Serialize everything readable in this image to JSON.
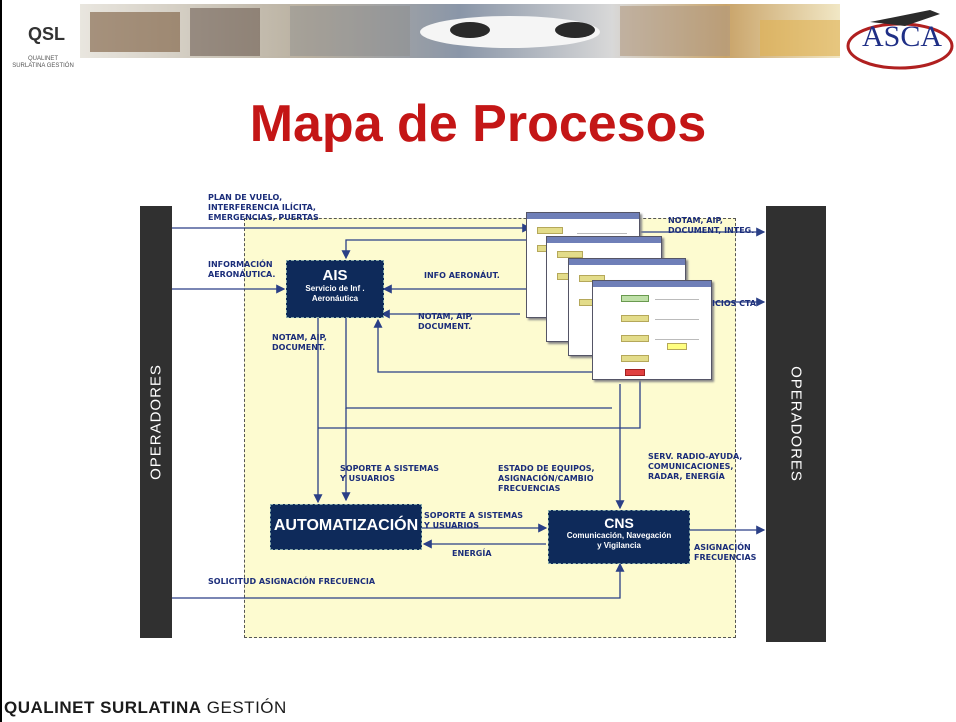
{
  "header": {
    "qsl_logo_text": "QSL",
    "qsl_logo_sub": "QUALINET\nSURLATINA GESTIÓN",
    "asca_logo_text": "ASCA"
  },
  "title": "Mapa de Procesos",
  "operators": {
    "left": "OPERADORES",
    "right": "OPERADORES"
  },
  "processes": {
    "ais": {
      "title": "AIS",
      "subtitle": "Servicio de Inf .\nAeronáutica"
    },
    "automatizacion": {
      "title": "AUTOMATIZACIÓN"
    },
    "cns": {
      "title": "CNS",
      "subtitle": "Comunicación, Navegación\ny Vigilancia"
    }
  },
  "labels": {
    "plan_vuelo": "PLAN DE VUELO,\nINTERFERENCIA ILÍCITA,\nEMERGENCIAS, PUERTAS",
    "info_aeronautica": "INFORMACIÓN\nAERONÁUTICA.",
    "info_aeronaut": "INFO AERONÁUT.",
    "notam_mid": "NOTAM, AIP,\nDOCUMENT.",
    "notam_left": "NOTAM, AIP,\nDOCUMENT.",
    "notam_top_right": "NOTAM, AIP,\nDOCUMENT, INTEG.",
    "servicios_cta": "ICIOS CTA",
    "soporte_sistemas_1": "SOPORTE A SISTEMAS\nY USUARIOS",
    "estado_equipos": "ESTADO DE EQUIPOS,\nASIGNACIÓN/CAMBIO\nFRECUENCIAS",
    "serv_radio": "SERV. RADIO-AYUDA,\nCOMUNICACIONES,\nRADAR, ENERGÍA",
    "soporte_sistemas_2": "SOPORTE A SISTEMAS\nY USUARIOS",
    "energia": "ENERGÍA",
    "asignacion_frecuencias": "ASIGNACIÓN\nFRECUENCIAS",
    "solicitud": "SOLICITUD ASIGNACIÓN FRECUENCIA"
  },
  "footer": {
    "brand_bold": "QUALINET SURLATINA",
    "brand_rest": " GESTIÓN"
  }
}
